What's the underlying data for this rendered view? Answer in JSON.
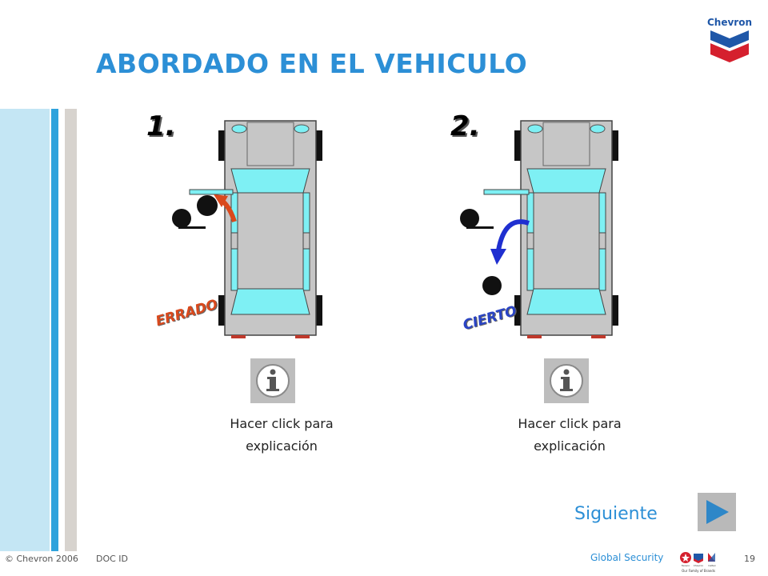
{
  "title": "ABORDADO EN EL VEHICULO",
  "logo": {
    "text": "Chevron",
    "colors": {
      "blue": "#1f57a8",
      "red": "#d5202e"
    }
  },
  "steps": [
    {
      "number": "1.",
      "verdict": "ERRADO",
      "caption_line1": "Hacer click para",
      "caption_line2": "explicación",
      "info_icon": "info-icon",
      "arrow_color": "#d9491d"
    },
    {
      "number": "2.",
      "verdict": "CIERTO",
      "caption_line1": "Hacer click para",
      "caption_line2": "explicación",
      "info_icon": "info-icon",
      "arrow_color": "#1f2fd0"
    }
  ],
  "navigation": {
    "next_label": "Siguiente",
    "next_icon": "play-arrow-icon"
  },
  "footer": {
    "copyright": "© Chevron 2006",
    "doc_id": "DOC ID",
    "global_security": "Global Security",
    "page_number": "19",
    "brands": [
      "Texaco",
      "Chevron",
      "Caltex"
    ],
    "brands_tagline": "Our Family of Brands"
  },
  "colors": {
    "accent": "#2c8fd6",
    "car_body": "#c6c6c6",
    "car_glass": "#7ef0f4",
    "bar_light": "#c4e6f4",
    "bar_blue": "#2ea2dc",
    "bar_gray": "#d7d3ce"
  }
}
